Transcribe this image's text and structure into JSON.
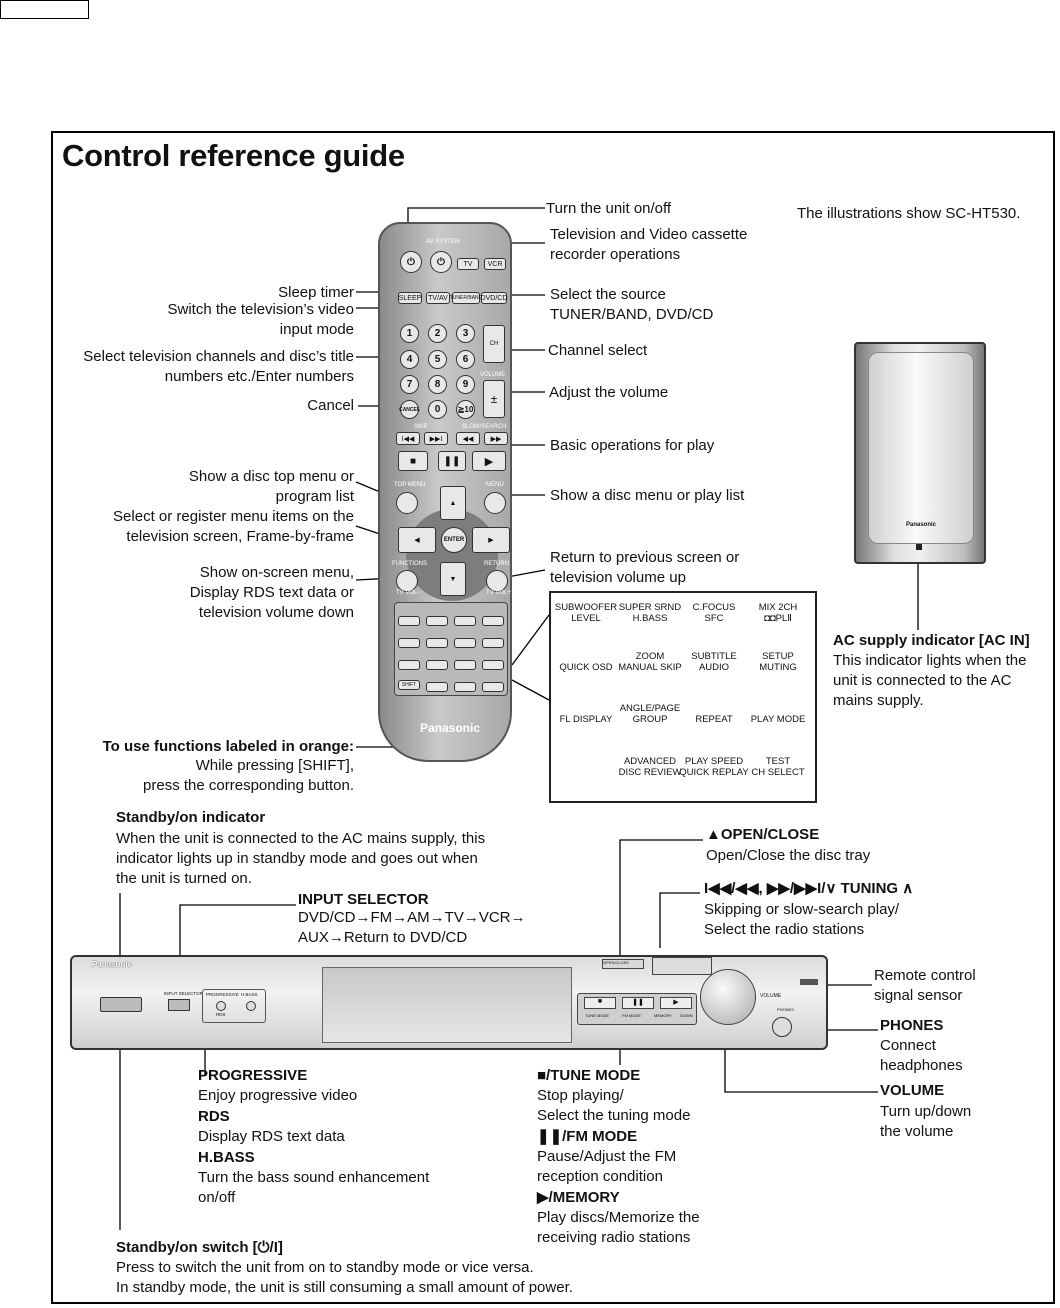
{
  "page_box": "",
  "title": "Control reference guide",
  "note": "The illustrations show SC-HT530.",
  "remote_labels": {
    "power": "Turn the unit on/off",
    "tv_vcr": "Television and Video cassette\nrecorder operations",
    "sleep": "Sleep timer",
    "tvav": "Switch the television’s video\ninput mode",
    "source": "Select the source\nTUNER/BAND, DVD/CD",
    "numbers": "Select television channels and disc’s title\nnumbers etc./Enter numbers",
    "channel": "Channel select",
    "volume": "Adjust the volume",
    "cancel": "Cancel",
    "play": "Basic operations for play",
    "top_menu": "Show a disc top menu or\nprogram list",
    "menu": "Show a disc menu or play list",
    "select": "Select or register menu items on the\ntelevision screen, Frame-by-frame",
    "return": "Return to previous screen or\ntelevision volume up",
    "functions": "Show on-screen menu,\nDisplay RDS text data or\ntelevision volume down",
    "shift_title": "To use functions labeled in orange:",
    "shift_body": "While pressing [SHIFT],\npress the corresponding button."
  },
  "remote_buttons": {
    "av_system": "AV SYSTEM",
    "tv": "TV",
    "vcr": "VCR",
    "sleep": "SLEEP",
    "tvav": "TV/AV",
    "tuner": "TUNER/BAND",
    "dvd": "DVD/CD",
    "ch": "CH",
    "volume": "VOLUME",
    "cancel": "CANCEL",
    "skip": "SKIP",
    "slow": "SLOW/SEARCH",
    "top_menu": "TOP MENU",
    "menu": "MENU",
    "enter": "ENTER",
    "functions": "FUNCTIONS",
    "return": "RETURN",
    "tv_vol_minus": "TV VOL−",
    "tv_vol_plus": "TV VOL+",
    "shift": "SHIFT",
    "brand": "Panasonic",
    "digits": [
      "1",
      "2",
      "3",
      "4",
      "5",
      "6",
      "7",
      "8",
      "9",
      "0"
    ]
  },
  "zoom_labels": [
    "SUBWOOFER\nLEVEL",
    "SUPER SRND\nH.BASS",
    "C.FOCUS\nSFC",
    "MIX 2CH\n◘◘PLⅡ",
    "QUICK OSD",
    "ZOOM\nMANUAL SKIP",
    "SUBTITLE\nAUDIO",
    "SETUP\nMUTING",
    "FL DISPLAY",
    "ANGLE/PAGE\nGROUP",
    "REPEAT",
    "PLAY MODE",
    "",
    "ADVANCED\nDISC REVIEW",
    "PLAY SPEED\nQUICK REPLAY",
    "TEST\nCH SELECT"
  ],
  "subwoofer": {
    "title": "AC supply indicator [AC IN]",
    "body": "This indicator lights when the\nunit is connected to the AC\nmains supply.",
    "brand": "Panasonic"
  },
  "main_unit": {
    "standby_ind_title": "Standby/on indicator",
    "standby_ind_body": "When the unit is connected to the AC mains supply, this\nindicator lights up in standby mode and goes out when\nthe unit is turned on.",
    "open_title": "▲OPEN/CLOSE",
    "open_body": "Open/Close the disc tray",
    "input_title": "INPUT SELECTOR",
    "input_body": "DVD/CD→FM→AM→TV→VCR→\nAUX→Return to DVD/CD",
    "skip_title": "I◀◀/◀◀, ▶▶/▶▶I/∨ TUNING ∧",
    "skip_body": "Skipping or slow-search play/\nSelect the radio stations",
    "remote_sensor": "Remote control\nsignal sensor",
    "phones_title": "PHONES",
    "phones_body": "Connect\nheadphones",
    "volume_title": "VOLUME",
    "volume_body": "Turn up/down\nthe volume",
    "prog_title": "PROGRESSIVE",
    "prog_body": "Enjoy progressive video",
    "rds_title": "RDS",
    "rds_body": "Display RDS text data",
    "hbass_title": "H.BASS",
    "hbass_body": "Turn the bass sound enhancement\non/off",
    "stop_title": "■/TUNE MODE",
    "stop_body": "Stop playing/\nSelect the tuning mode",
    "pause_title": "❚❚/FM MODE",
    "pause_body": "Pause/Adjust the FM\nreception condition",
    "play_title": "▶/MEMORY",
    "play_body": "Play discs/Memorize the\nreceiving radio stations",
    "switch_title": "Standby/on switch [⏻/I]",
    "switch_body": "Press to switch the unit from on to standby mode or vice versa.\nIn standby mode, the unit is still consuming a small amount of power."
  },
  "unit_panel": {
    "brand": "Panasonic",
    "input": "INPUT SELECTOR",
    "progressive": "PROGRESSIVE",
    "hbass": "H.BASS",
    "rds": "RDS",
    "tune_mode": "TUNE MODE",
    "fm_mode": "FM MODE",
    "memory": "MEMORY",
    "down": "DOWN",
    "volume": "VOLUME",
    "phones": "PHONES",
    "open_close": "OPEN/CLOSE"
  }
}
